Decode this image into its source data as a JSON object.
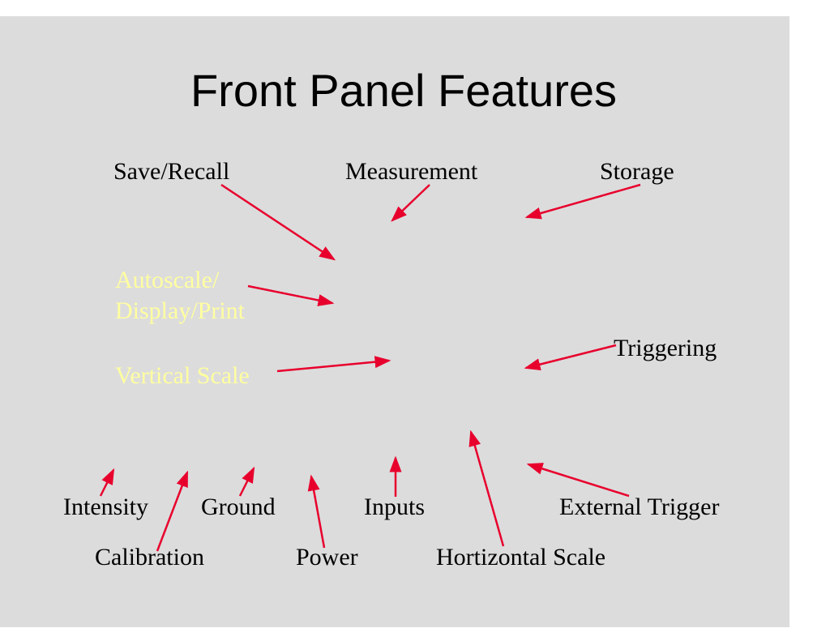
{
  "slide": {
    "title": "Front Panel Features",
    "background_color": "#dcdcdc",
    "arrow_color": "#e8002d",
    "faint_label_color": "#ffffa0"
  },
  "labels": {
    "save_recall": "Save/Recall",
    "measurement": "Measurement",
    "storage": "Storage",
    "autoscale_line1": "Autoscale/",
    "autoscale_line2": "Display/Print",
    "vertical_scale": "Vertical Scale",
    "triggering": "Triggering",
    "intensity": "Intensity",
    "ground": "Ground",
    "inputs": "Inputs",
    "external_trigger": "External Trigger",
    "calibration": "Calibration",
    "power": "Power",
    "horizontal_scale": "Hortizontal Scale"
  }
}
